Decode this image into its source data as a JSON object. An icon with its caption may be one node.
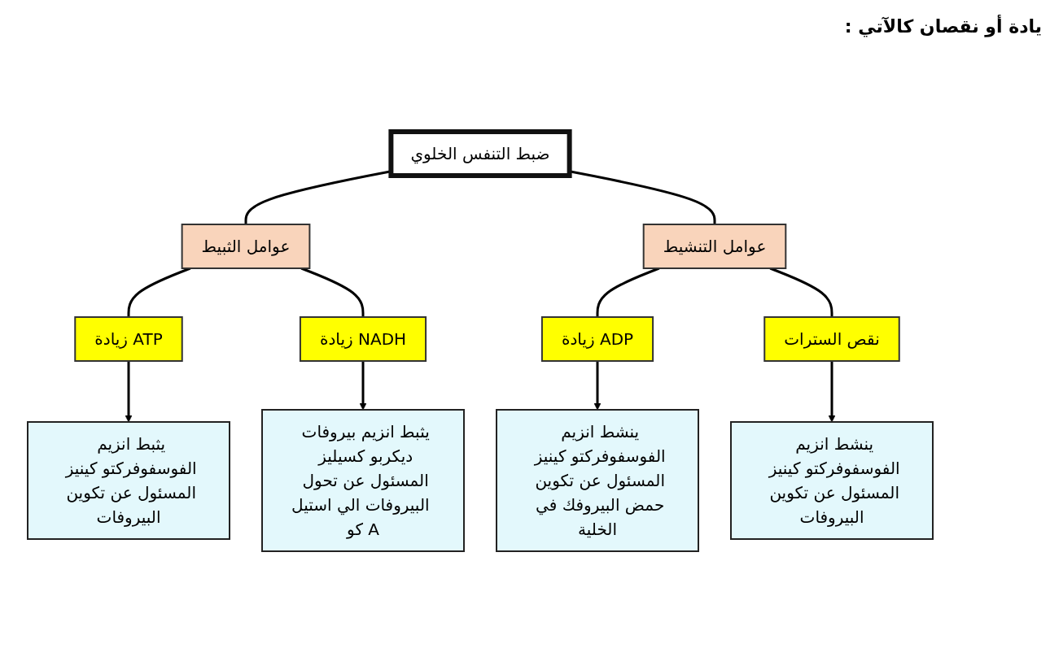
{
  "diagram": {
    "nodes": [
      {
        "text": [
          "ضبط التنفس الخلوي"
        ]
      },
      {
        "text": [
          "عوامل الثبيط"
        ]
      },
      {
        "text": [
          "عوامل التنشيط"
        ]
      },
      {
        "text": [
          "زيادة ATP"
        ]
      },
      {
        "text": [
          "زيادة NADH"
        ]
      },
      {
        "text": [
          "زيادة ADP"
        ]
      },
      {
        "text": [
          "نقص السترات"
        ]
      },
      {
        "text": [
          "يثبط انزيم الفوسفوفركتو كينيز المسئول عن تكوين البيروفات"
        ]
      },
      {
        "text": [
          "يثبط انزيم بيروفات ديكربو كسيليز المسئول عن تحول البيروفات الي استيل كو A"
        ]
      },
      {
        "text": [
          "ينشط انزيم الفوسفوفركتو كينيز المسئول عن تكوين حمض البيروفك في الخلية"
        ]
      },
      {
        "text": [
          "ينشط انزيم الفوسفوفركتو كينيز المسئول عن تكوين البيروفات"
        ]
      }
    ],
    "edges": [
      {
        "from": 0,
        "to": 1,
        "arrow": "none"
      },
      {
        "from": 0,
        "to": 2,
        "arrow": "none"
      },
      {
        "from": 1,
        "to": 3,
        "arrow": "none"
      },
      {
        "from": 1,
        "to": 4,
        "arrow": "none"
      },
      {
        "from": 2,
        "to": 5,
        "arrow": "none"
      },
      {
        "from": 2,
        "to": 6,
        "arrow": "none"
      },
      {
        "from": 3,
        "to": 7,
        "arrow": "to"
      },
      {
        "from": 4,
        "to": 8,
        "arrow": "to"
      },
      {
        "from": 5,
        "to": 9,
        "arrow": "to"
      },
      {
        "from": 6,
        "to": 10,
        "arrow": "to"
      }
    ],
    "labels": [
      "يادة أو نقصان كالآتي :"
    ]
  }
}
